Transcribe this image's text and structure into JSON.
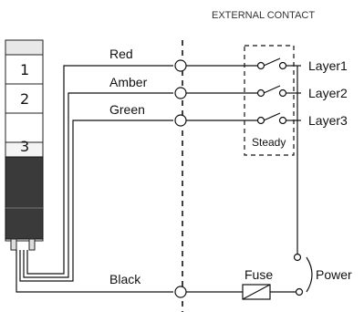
{
  "header": "EXTERNAL CONTACT",
  "tower_layers": [
    "1",
    "2",
    "3"
  ],
  "wires": {
    "red": "Red",
    "amber": "Amber",
    "green": "Green",
    "black": "Black"
  },
  "layers": [
    "Layer1",
    "Layer2",
    "Layer3"
  ],
  "steady": "Steady",
  "fuse": "Fuse",
  "power": "Power"
}
